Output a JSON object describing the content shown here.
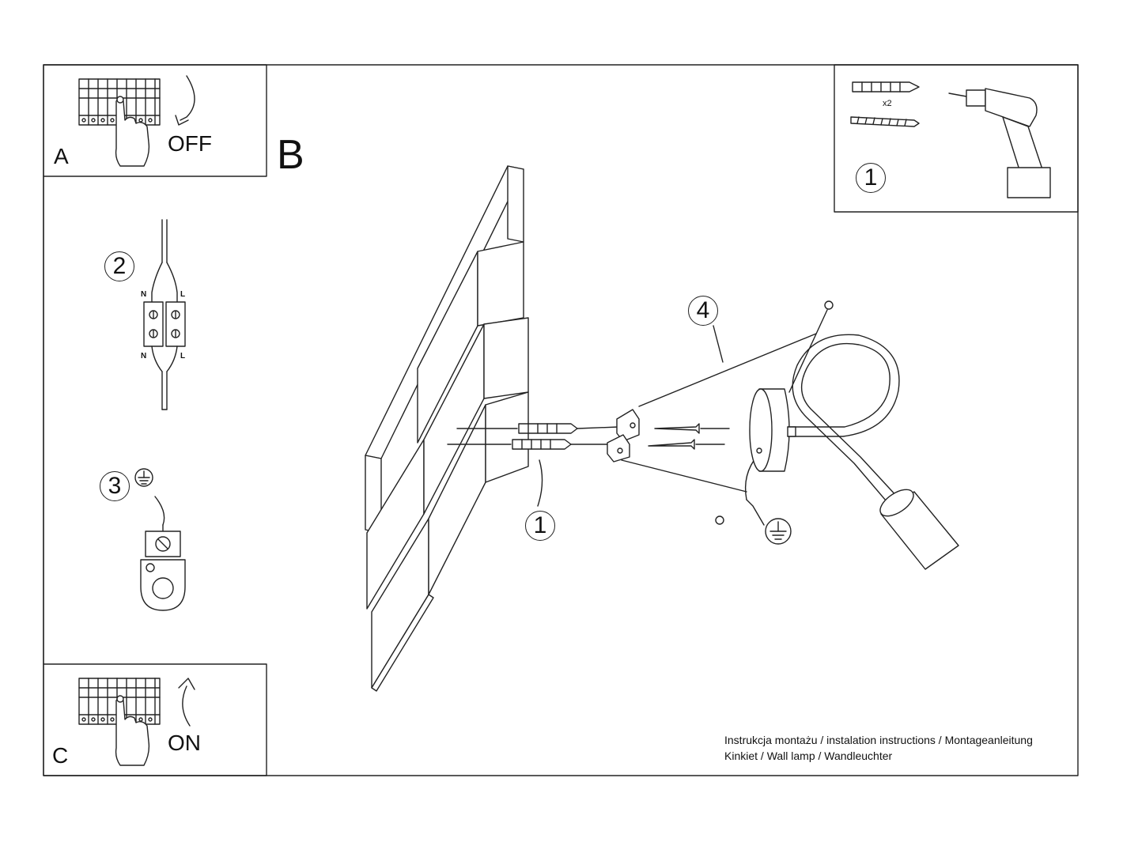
{
  "step_a": {
    "letter": "A",
    "action": "OFF"
  },
  "step_b": {
    "letter": "B"
  },
  "step_c": {
    "letter": "C",
    "action": "ON"
  },
  "numbers": {
    "drill_kit": "1",
    "wiring": "2",
    "earth": "3",
    "bracket": "4",
    "wall_fixing": "1"
  },
  "wiring_labels": {
    "n_top": "N",
    "l_top": "L",
    "n_bottom": "N",
    "l_bottom": "L"
  },
  "kit": {
    "quantity": "x2"
  },
  "caption": {
    "line1": "Instrukcja montażu / instalation instructions / Montageanleitung",
    "line2": "Kinkiet / Wall lamp / Wandleuchter"
  }
}
